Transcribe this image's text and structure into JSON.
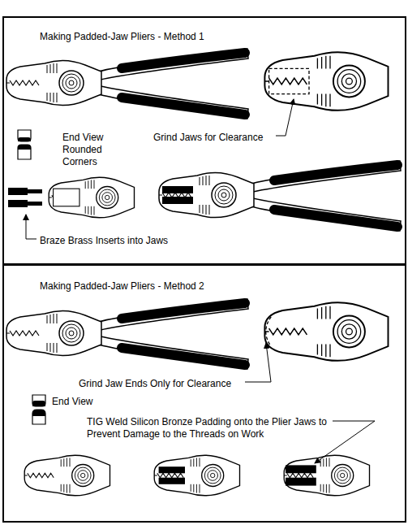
{
  "diagram": {
    "nodes": [
      {
        "text": [
          "Making Padded-Jaw Pliers - Method 1",
          "End View Rounded Corners",
          "Grind Jaws for Clearance",
          "Braze Brass Inserts into Jaws"
        ]
      },
      {
        "text": [
          "Making Padded-Jaw Pliers - Method 2",
          "End View",
          "Grind Jaw Ends Only for Clearance",
          "TIG Weld Silicon Bronze Padding onto the Plier Jaws to Prevent Damage to the Threads on Work"
        ]
      }
    ]
  }
}
